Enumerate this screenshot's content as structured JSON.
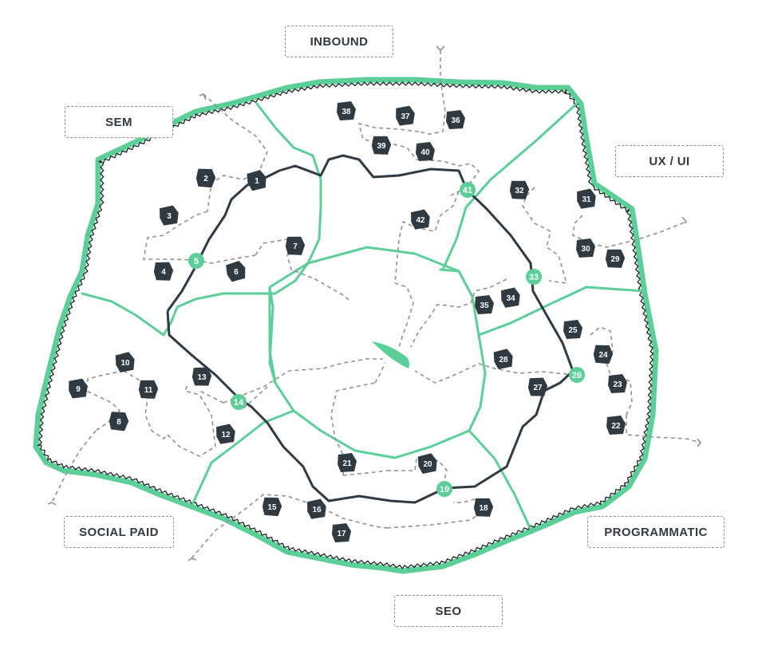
{
  "labels": {
    "inbound": "INBOUND",
    "sem": "SEM",
    "ux_ui": "UX / UI",
    "social_paid": "SOCIAL PAID",
    "programmatic": "PROGRAMMATIC",
    "seo": "SEO"
  },
  "markers": [
    {
      "n": "1"
    },
    {
      "n": "2"
    },
    {
      "n": "3"
    },
    {
      "n": "4"
    },
    {
      "n": "6"
    },
    {
      "n": "7"
    },
    {
      "n": "8"
    },
    {
      "n": "9"
    },
    {
      "n": "10"
    },
    {
      "n": "11"
    },
    {
      "n": "12"
    },
    {
      "n": "13"
    },
    {
      "n": "15"
    },
    {
      "n": "16"
    },
    {
      "n": "17"
    },
    {
      "n": "18"
    },
    {
      "n": "20"
    },
    {
      "n": "21"
    },
    {
      "n": "22"
    },
    {
      "n": "23"
    },
    {
      "n": "24"
    },
    {
      "n": "25"
    },
    {
      "n": "27"
    },
    {
      "n": "28"
    },
    {
      "n": "29"
    },
    {
      "n": "30"
    },
    {
      "n": "31"
    },
    {
      "n": "32"
    },
    {
      "n": "34"
    },
    {
      "n": "35"
    },
    {
      "n": "36"
    },
    {
      "n": "37"
    },
    {
      "n": "38"
    },
    {
      "n": "39"
    },
    {
      "n": "40"
    },
    {
      "n": "42"
    }
  ],
  "stations": [
    {
      "n": "5"
    },
    {
      "n": "14"
    },
    {
      "n": "19"
    },
    {
      "n": "26"
    },
    {
      "n": "33"
    },
    {
      "n": "41"
    }
  ],
  "colors": {
    "green": "#5ccf98",
    "dark": "#2f3a42",
    "dash": "#8d9399",
    "outline": "#1d2226"
  }
}
